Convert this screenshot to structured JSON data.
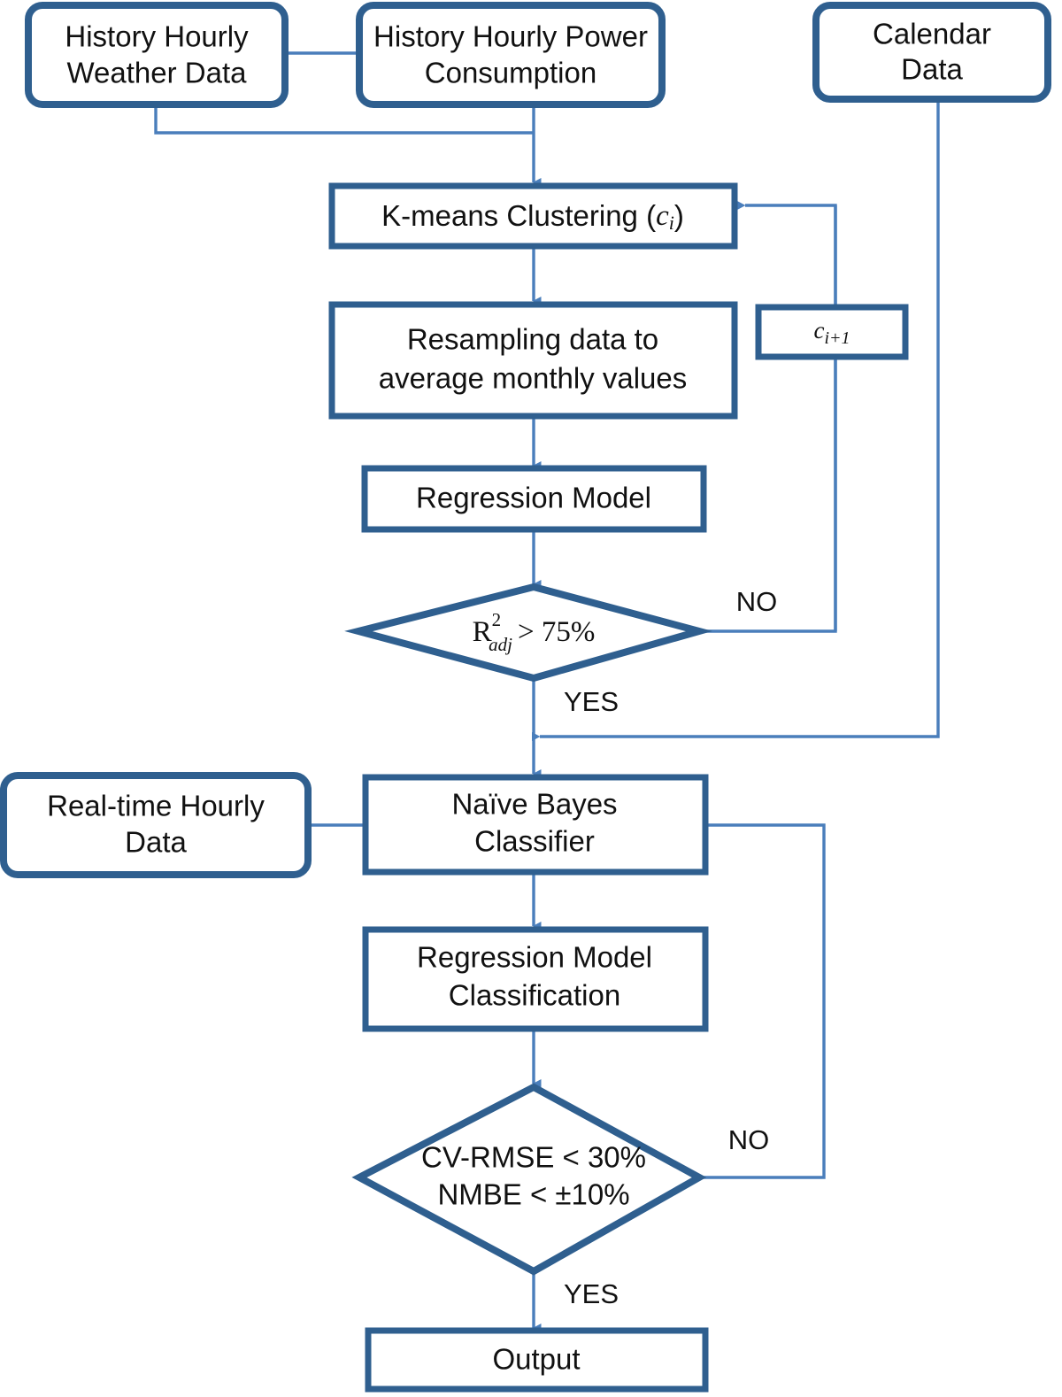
{
  "diagram": {
    "title": "Power consumption forecasting methodology flowchart",
    "colors": {
      "node_border": "#2F5F8F",
      "node_fill": "#FFFFFF",
      "connector": "#4A7EBB",
      "text": "#111111"
    },
    "nodes": {
      "history_weather": {
        "label_line1": "History Hourly",
        "label_line2": "Weather Data",
        "shape": "rounded-rect"
      },
      "history_power": {
        "label_line1": "History Hourly Power",
        "label_line2": "Consumption",
        "shape": "rounded-rect"
      },
      "calendar_data": {
        "label_line1": "Calendar",
        "label_line2": "Data",
        "shape": "rounded-rect"
      },
      "kmeans": {
        "label_prefix": "K-means Clustering (",
        "label_var": "c",
        "label_sub": "i",
        "label_suffix": ")",
        "shape": "rect"
      },
      "resampling": {
        "label_line1": "Resampling data to",
        "label_line2": "average monthly values",
        "shape": "rect"
      },
      "c_next": {
        "label_var": "c",
        "label_sub": "i+1",
        "shape": "rect"
      },
      "regression_model": {
        "label_line1": "Regression Model",
        "shape": "rect"
      },
      "decision_r2": {
        "label_base": "R",
        "label_sup": "2",
        "label_sub": "adj",
        "label_rest": "> 75%",
        "shape": "diamond"
      },
      "realtime_data": {
        "label_line1": "Real-time Hourly",
        "label_line2": "Data",
        "shape": "rounded-rect"
      },
      "naive_bayes": {
        "label_line1": "Naïve Bayes",
        "label_line2": "Classifier",
        "shape": "rect"
      },
      "regression_classification": {
        "label_line1": "Regression Model",
        "label_line2": "Classification",
        "shape": "rect"
      },
      "decision_cvrmse": {
        "label_line1": "CV-RMSE < 30%",
        "label_line2": "NMBE < ±10%",
        "shape": "diamond"
      },
      "output": {
        "label_line1": "Output",
        "shape": "rect"
      }
    },
    "edge_labels": {
      "r2_no": "NO",
      "r2_yes": "YES",
      "cvrmse_no": "NO",
      "cvrmse_yes": "YES"
    }
  }
}
